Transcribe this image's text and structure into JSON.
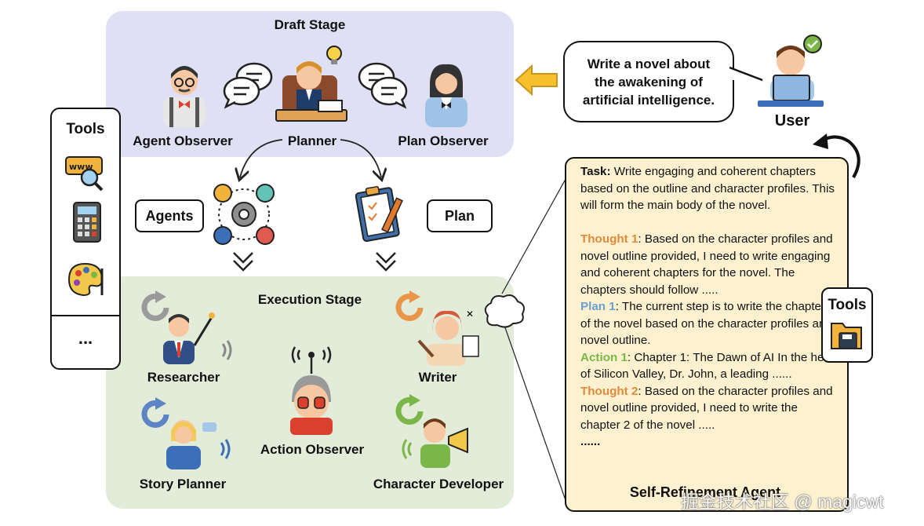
{
  "draft_stage": {
    "title": "Draft Stage",
    "agent_observer": "Agent Observer",
    "planner": "Planner",
    "plan_observer": "Plan Observer"
  },
  "middle": {
    "agents": "Agents",
    "plan": "Plan"
  },
  "execution_stage": {
    "title": "Execution Stage",
    "researcher": "Researcher",
    "writer": "Writer",
    "action_observer": "Action Observer",
    "story_planner": "Story Planner",
    "character_developer": "Character Developer"
  },
  "tools_left": {
    "title": "Tools",
    "more": "..."
  },
  "user": {
    "prompt_line1": "Write a novel about",
    "prompt_line2": "the awakening of",
    "prompt_line3": "artificial intelligence.",
    "label": "User"
  },
  "self_refinement": {
    "task_label": "Task:",
    "task_text": " Write engaging and coherent chapters based on the outline and character profiles. This will form the main body of the novel.",
    "thought1_label": "Thought 1",
    "thought1_text": ": Based on the character profiles and novel outline provided, I need to write engaging and coherent chapters for the novel. The chapters should follow .....",
    "plan1_label": "Plan 1",
    "plan1_text": ":  The current step is to write the chapter 1 of the novel based on the character profiles and novel outline.",
    "action1_label": "Action 1",
    "action1_text": ": Chapter 1: The Dawn of AI In the heart of Silicon Valley, Dr. John, a leading ......",
    "thought2_label": "Thought 2",
    "thought2_text": ": Based on the character profiles and novel outline provided, I need to write the chapter 2 of the novel  .....",
    "ellipsis": "......",
    "title": "Self-Refinement Agent",
    "tools_label": "Tools"
  },
  "watermark": "掘金技术社区 @ magicwt",
  "colors": {
    "draft_bg": "#dfe0f4",
    "exec_bg": "#e3ecd9",
    "card_bg": "#fdf1cf",
    "thought": "#e08a3c",
    "plan": "#6a9fd4",
    "action": "#7ab648",
    "arrow_yellow": "#f7c12e"
  }
}
